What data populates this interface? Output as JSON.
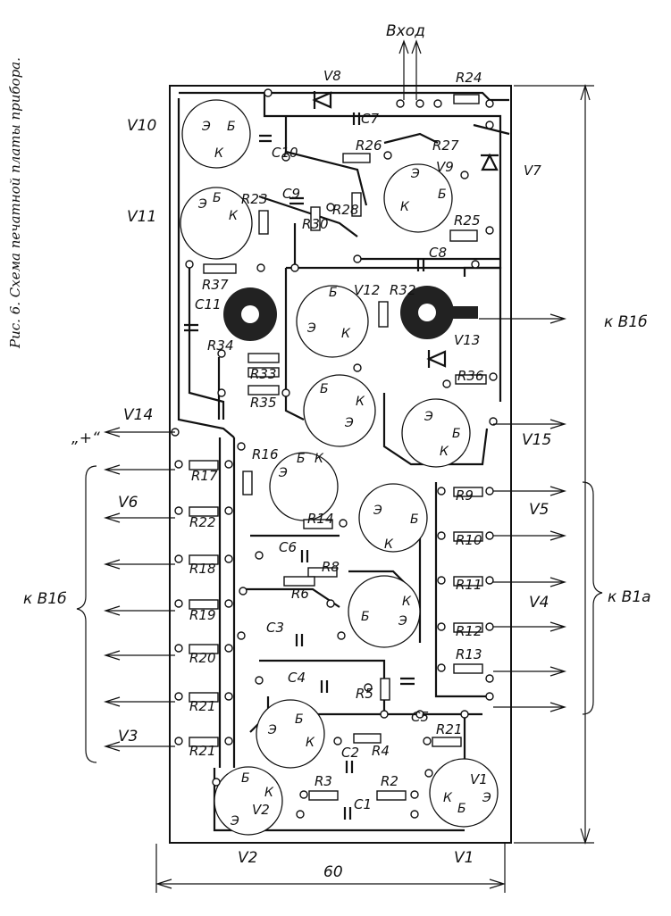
{
  "caption": "Рис. 6. Схема печатной платы прибора.",
  "dimension": "60",
  "connections": {
    "input": "Вход",
    "plus": "„+“",
    "to_b1b_right": "к В1б",
    "to_b1b_left": "к В1б",
    "to_b1a": "к В1а"
  },
  "transistors": {
    "v10": "V10",
    "v11": "V11",
    "v9": "V9",
    "v12": "V12",
    "v13": "V13",
    "v14": "V14",
    "v15": "V15",
    "v6": "V6",
    "v5": "V5",
    "v4": "V4",
    "v3": "V3",
    "v2": "V2",
    "v1": "V1",
    "v2_bottom": "V2",
    "v1_bottom": "V1",
    "v8": "V8",
    "v7": "V7"
  },
  "pins": {
    "e": "Э",
    "b": "Б",
    "k": "К"
  },
  "resistors": {
    "r24": "R24",
    "r26": "R26",
    "r27": "R27",
    "r25": "R25",
    "r23": "R23",
    "r28": "R28",
    "r30": "R30",
    "r37": "R37",
    "r32": "R32",
    "r34": "R34",
    "r33": "R33",
    "r35": "R35",
    "r36": "R36",
    "r16": "R16",
    "r17": "R17",
    "r22": "R22",
    "r14": "R14",
    "r8": "R8",
    "r6": "R6",
    "r18": "R18",
    "r19": "R19",
    "r20": "R20",
    "r21a": "R21",
    "r21b": "R21",
    "r21c": "R21",
    "r9": "R9",
    "r10": "R10",
    "r11": "R11",
    "r12": "R12",
    "r13": "R13",
    "r5": "R5",
    "r4": "R4",
    "r3": "R3",
    "r2": "R2"
  },
  "capacitors": {
    "c7": "C7",
    "c10": "C10",
    "c9": "C9",
    "c8": "C8",
    "c11": "C11",
    "c6": "C6",
    "c3": "C3",
    "c4": "C4",
    "c5": "C5",
    "c2": "C2",
    "c1": "C1"
  }
}
